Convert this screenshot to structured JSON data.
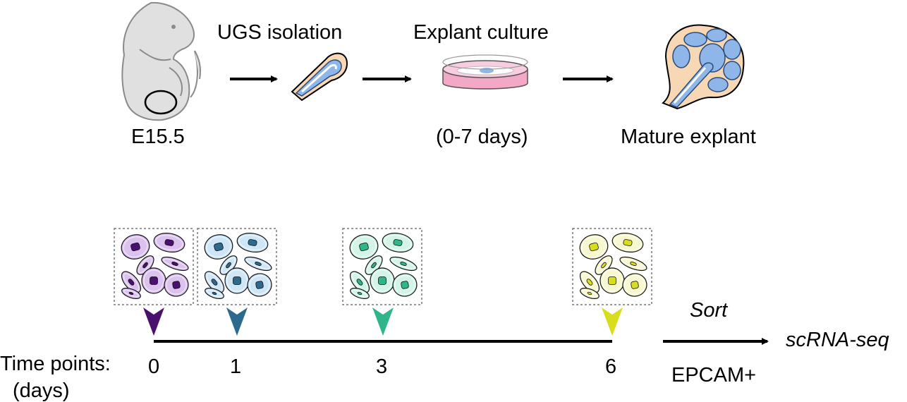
{
  "workflow": {
    "steps": [
      {
        "caption": "E15.5"
      },
      {
        "caption": "UGS isolation"
      },
      {
        "caption": "Explant culture",
        "sub": "(0-7 days)"
      },
      {
        "caption": "Mature explant"
      }
    ]
  },
  "timeline": {
    "axis_label_line1": "Time points:",
    "axis_label_line2": "(days)",
    "points": [
      {
        "day": "0",
        "color": "#4b0f6e",
        "light": "#dcc2ee"
      },
      {
        "day": "1",
        "color": "#2e6a8e",
        "light": "#cfe6f7"
      },
      {
        "day": "3",
        "color": "#2eb58a",
        "light": "#d4f4e8"
      },
      {
        "day": "6",
        "color": "#d8dd1e",
        "light": "#f7f7d2"
      }
    ],
    "sort_label": "Sort",
    "output_label": "scRNA-seq",
    "marker_label": "EPCAM+"
  }
}
